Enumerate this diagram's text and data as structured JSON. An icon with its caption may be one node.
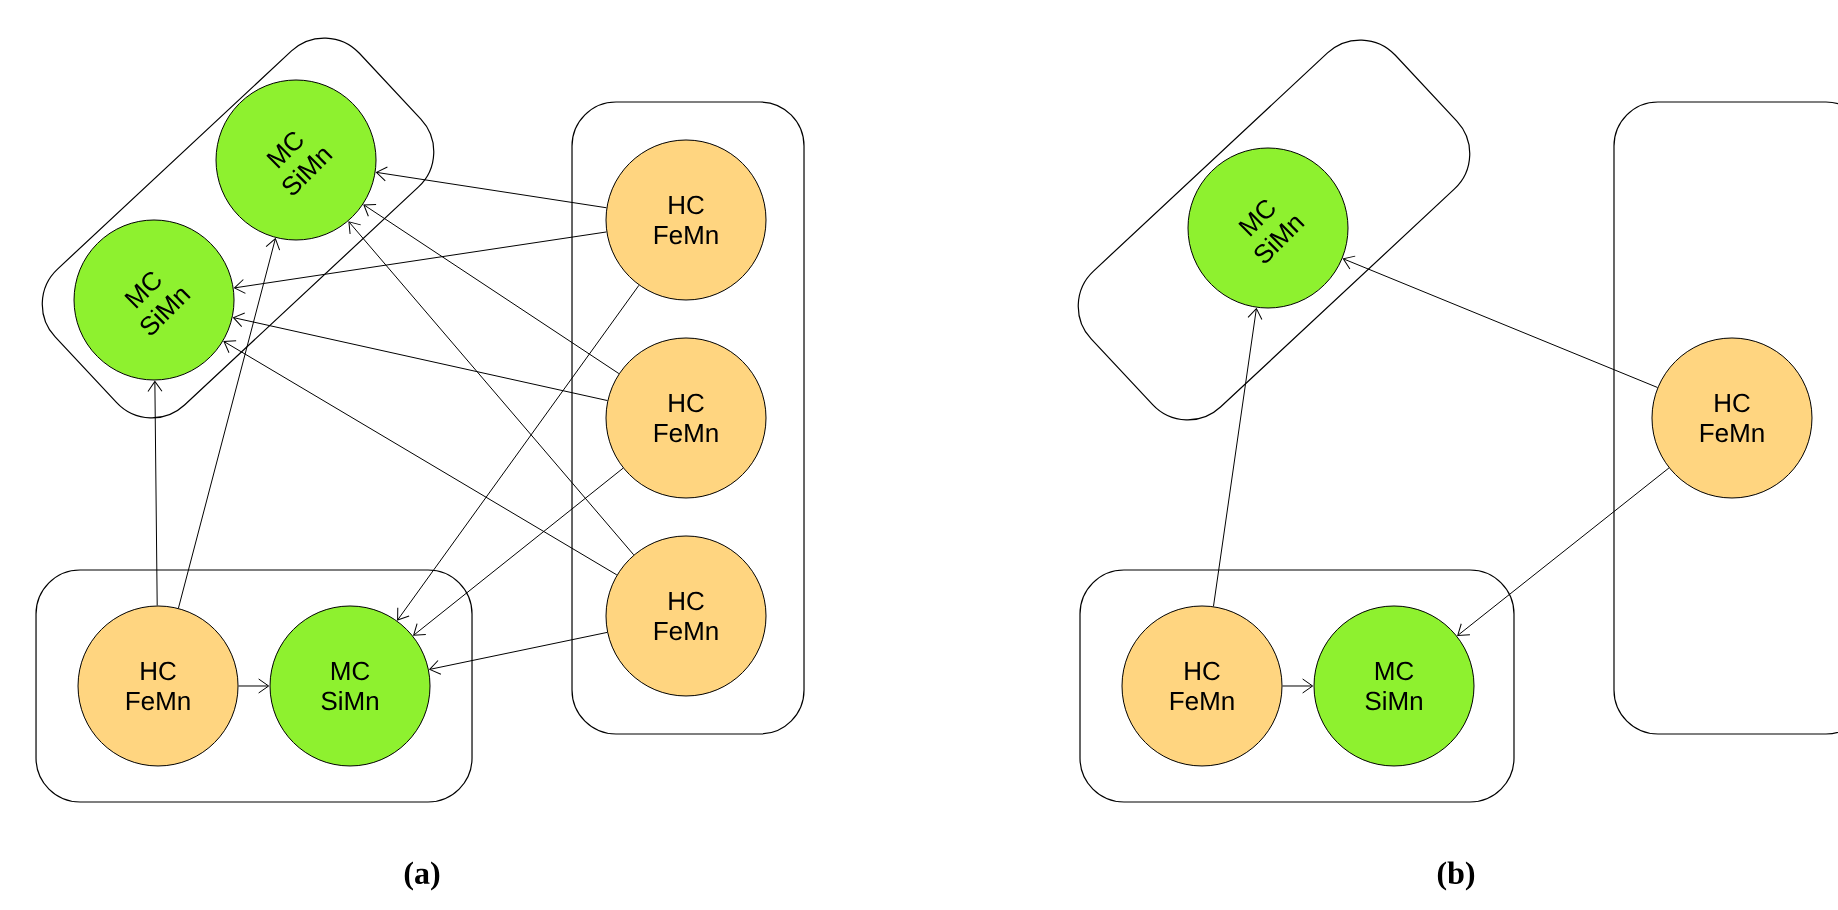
{
  "diagram": {
    "nodes": [
      {
        "text": [],
        "shape": "box"
      },
      {
        "text": [
          "MC SiMn"
        ],
        "in": 0
      },
      {
        "text": [
          "MC SiMn"
        ],
        "in": 0
      },
      {
        "text": [],
        "shape": "box"
      },
      {
        "text": [
          "HC FeMn"
        ],
        "in": 3
      },
      {
        "text": [
          "HC FeMn"
        ],
        "in": 3
      },
      {
        "text": [
          "HC FeMn"
        ],
        "in": 3
      },
      {
        "text": [],
        "shape": "box"
      },
      {
        "text": [
          "HC FeMn"
        ],
        "in": 7
      },
      {
        "text": [
          "MC SiMn"
        ],
        "in": 7
      },
      {
        "text": [],
        "shape": "box"
      },
      {
        "text": [
          "MC SiMn"
        ],
        "in": 10
      },
      {
        "text": [],
        "shape": "box"
      },
      {
        "text": [
          "HC FeMn"
        ],
        "in": 12
      },
      {
        "text": [],
        "shape": "box"
      },
      {
        "text": [
          "HC FeMn"
        ],
        "in": 14
      },
      {
        "text": [
          "MC SiMn"
        ],
        "in": 14
      }
    ],
    "edges": [
      {
        "from": 4,
        "to": 1,
        "arrow": "to"
      },
      {
        "from": 4,
        "to": 2,
        "arrow": "to"
      },
      {
        "from": 4,
        "to": 9,
        "arrow": "to"
      },
      {
        "from": 5,
        "to": 1,
        "arrow": "to"
      },
      {
        "from": 5,
        "to": 2,
        "arrow": "to"
      },
      {
        "from": 5,
        "to": 9,
        "arrow": "to"
      },
      {
        "from": 6,
        "to": 1,
        "arrow": "to"
      },
      {
        "from": 6,
        "to": 2,
        "arrow": "to"
      },
      {
        "from": 6,
        "to": 9,
        "arrow": "to"
      },
      {
        "from": 8,
        "to": 2,
        "arrow": "to"
      },
      {
        "from": 8,
        "to": 1,
        "arrow": "to"
      },
      {
        "from": 8,
        "to": 9,
        "arrow": "to"
      },
      {
        "from": 13,
        "to": 11,
        "arrow": "to"
      },
      {
        "from": 13,
        "to": 16,
        "arrow": "to"
      },
      {
        "from": 15,
        "to": 11,
        "arrow": "to"
      },
      {
        "from": 15,
        "to": 16,
        "arrow": "to"
      }
    ],
    "labels": [
      "(a)",
      "(b)"
    ]
  }
}
